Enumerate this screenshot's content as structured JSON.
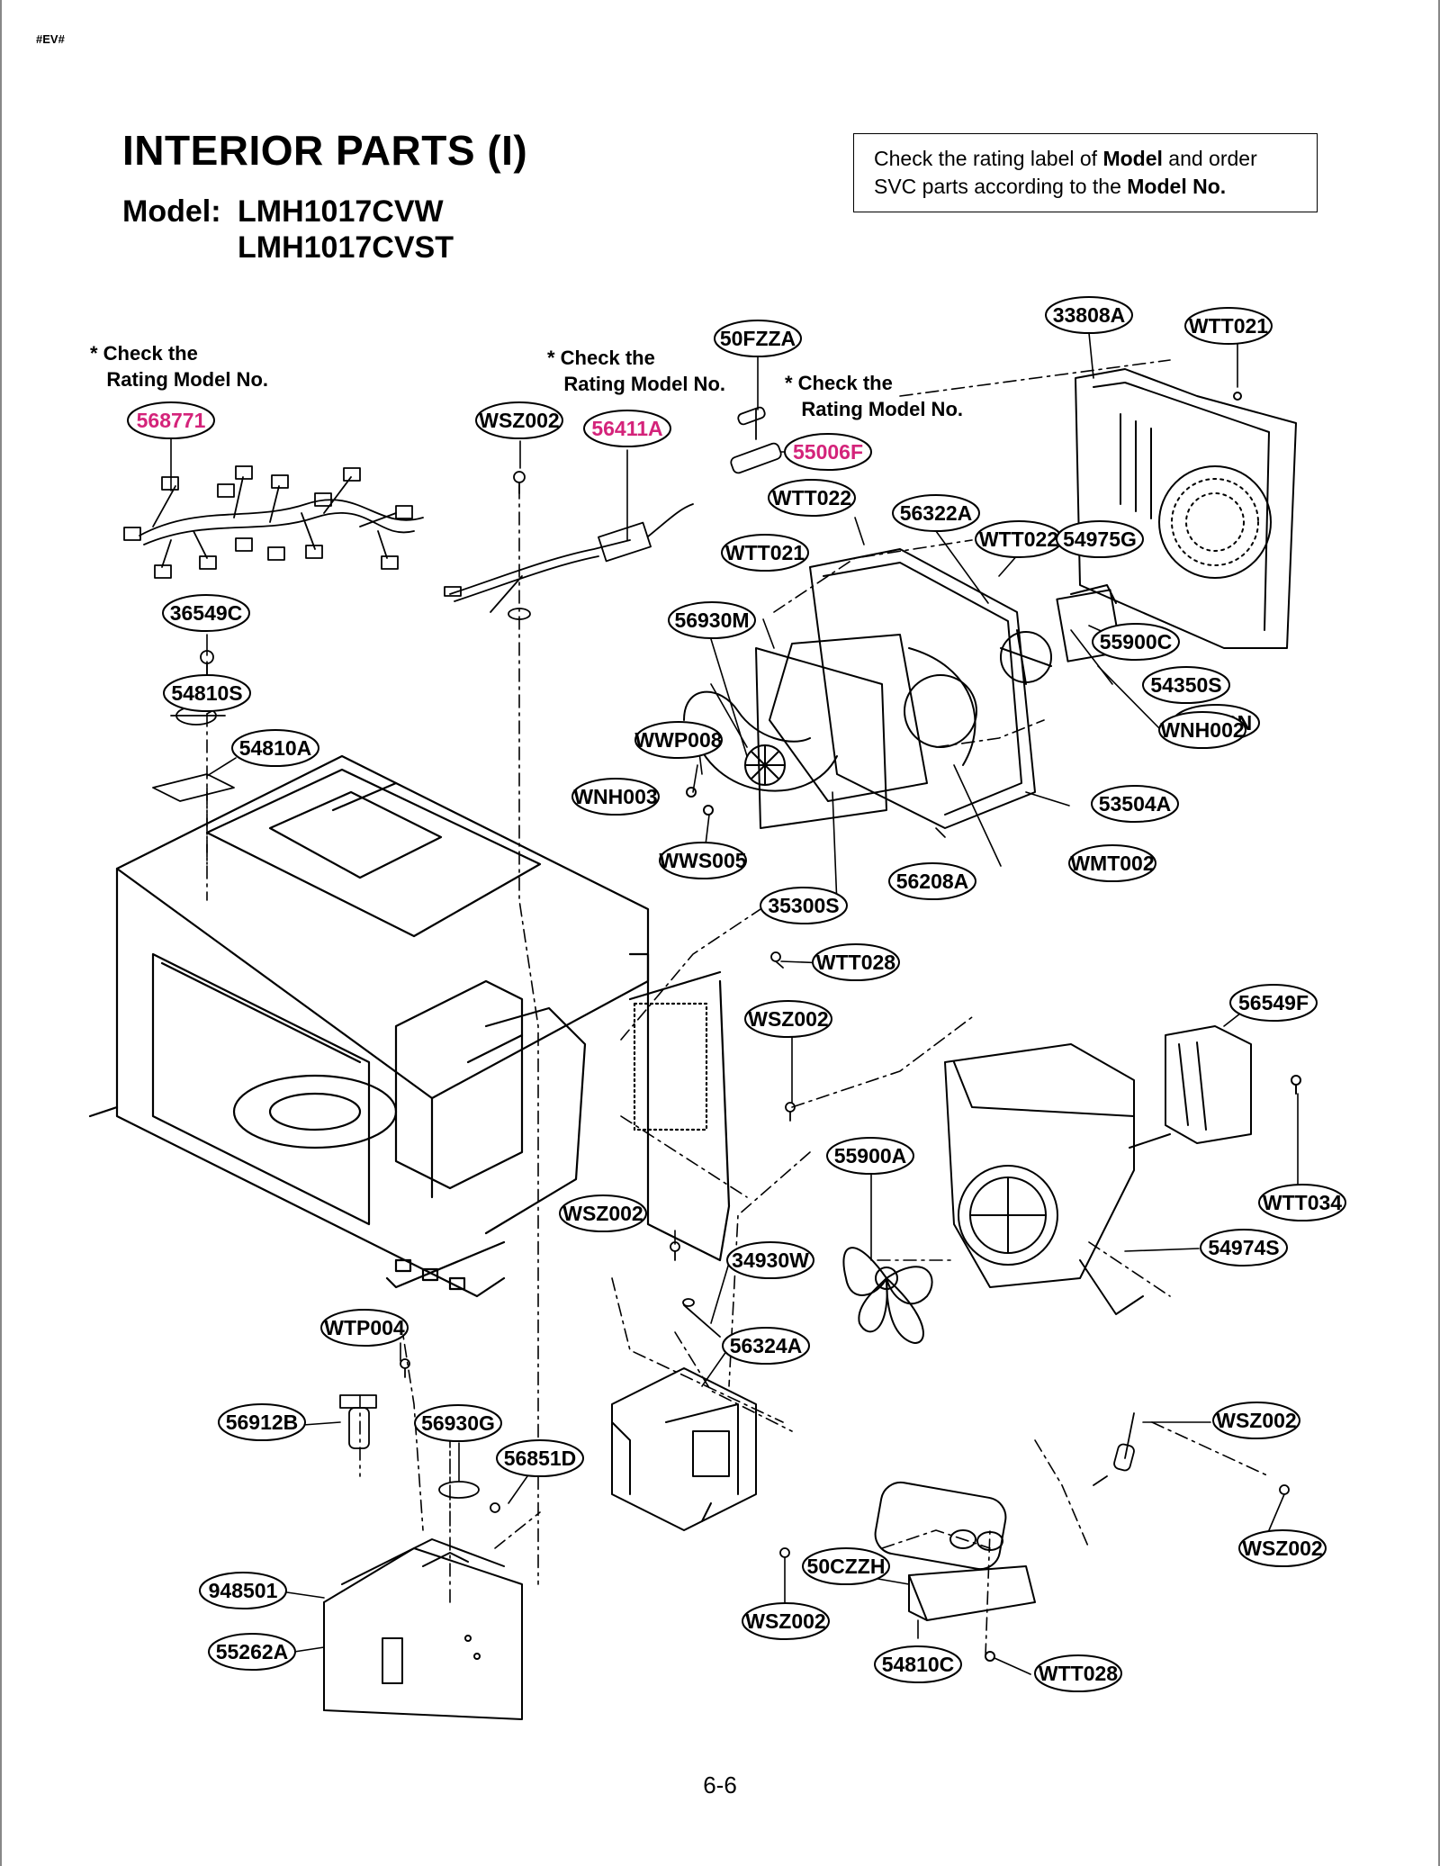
{
  "header": {
    "corner_tag": "#EV#",
    "title": "INTERIOR PARTS (I)",
    "model_label": "Model:",
    "models": [
      "LMH1017CVW",
      "LMH1017CVST"
    ]
  },
  "notice": {
    "line1_prefix": "Check the rating label of ",
    "line1_bold": "Model",
    "line1_suffix": " and order",
    "line2_prefix": "SVC parts according to the ",
    "line2_bold": "Model No."
  },
  "notes": {
    "rating_note_1": "* Check the\n   Rating Model No.",
    "rating_note_2": "* Check the\n   Rating Model No.",
    "rating_note_3": "* Check the\n   Rating Model No."
  },
  "colors": {
    "highlight": "#d4237a",
    "ink": "#000000"
  },
  "parts": [
    {
      "id": "568771",
      "highlight": true
    },
    {
      "id": "WSZ002",
      "highlight": false
    },
    {
      "id": "56411A",
      "highlight": true
    },
    {
      "id": "50FZZA",
      "highlight": false
    },
    {
      "id": "55006F",
      "highlight": true
    },
    {
      "id": "33808A",
      "highlight": false
    },
    {
      "id": "WTT021",
      "highlight": false
    },
    {
      "id": "WTT022",
      "highlight": false
    },
    {
      "id": "56322A",
      "highlight": false
    },
    {
      "id": "WTT022",
      "highlight": false
    },
    {
      "id": "54975G",
      "highlight": false
    },
    {
      "id": "WTT021",
      "highlight": false
    },
    {
      "id": "55900C",
      "highlight": false
    },
    {
      "id": "36549C",
      "highlight": false
    },
    {
      "id": "56930M",
      "highlight": false
    },
    {
      "id": "54350S",
      "highlight": false
    },
    {
      "id": "54810S",
      "highlight": false
    },
    {
      "id": "54810A",
      "highlight": false
    },
    {
      "id": "WWP008",
      "highlight": false
    },
    {
      "id": "55900N",
      "highlight": false
    },
    {
      "id": "WNH002",
      "highlight": false
    },
    {
      "id": "WNH003",
      "highlight": false
    },
    {
      "id": "53504A",
      "highlight": false
    },
    {
      "id": "WWS005",
      "highlight": false
    },
    {
      "id": "WMT002",
      "highlight": false
    },
    {
      "id": "56208A",
      "highlight": false
    },
    {
      "id": "35300S",
      "highlight": false
    },
    {
      "id": "WTT028",
      "highlight": false
    },
    {
      "id": "WSZ002",
      "highlight": false
    },
    {
      "id": "56549F",
      "highlight": false
    },
    {
      "id": "55900A",
      "highlight": false
    },
    {
      "id": "WTT034",
      "highlight": false
    },
    {
      "id": "WSZ002",
      "highlight": false
    },
    {
      "id": "54974S",
      "highlight": false
    },
    {
      "id": "34930W",
      "highlight": false
    },
    {
      "id": "WTP004",
      "highlight": false
    },
    {
      "id": "56324A",
      "highlight": false
    },
    {
      "id": "56912B",
      "highlight": false
    },
    {
      "id": "56930G",
      "highlight": false
    },
    {
      "id": "56851D",
      "highlight": false
    },
    {
      "id": "WSZ002",
      "highlight": false
    },
    {
      "id": "WSZ002",
      "highlight": false
    },
    {
      "id": "948501",
      "highlight": false
    },
    {
      "id": "50CZZH",
      "highlight": false
    },
    {
      "id": "55262A",
      "highlight": false
    },
    {
      "id": "WSZ002",
      "highlight": false
    },
    {
      "id": "54810C",
      "highlight": false
    },
    {
      "id": "WTT028",
      "highlight": false
    }
  ],
  "page_number": "6-6"
}
